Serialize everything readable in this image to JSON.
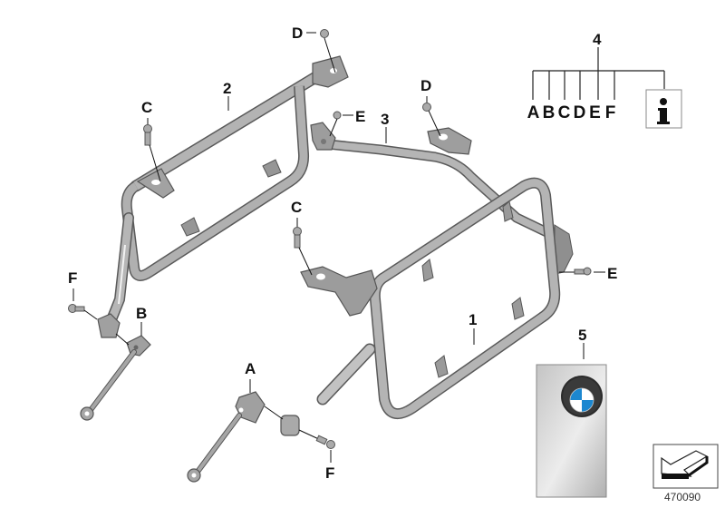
{
  "diagram": {
    "id_number": "470090",
    "brand": "BMW",
    "logo_letters": [
      "B",
      "M",
      "W"
    ],
    "colors": {
      "frame_metal": "#a9a9a9",
      "frame_outline": "#555555",
      "logo_blue": "#1c87d0",
      "background": "#ffffff"
    }
  },
  "parts": [
    {
      "ref": "1",
      "name": "pannier-frame-right"
    },
    {
      "ref": "2",
      "name": "pannier-frame-left"
    },
    {
      "ref": "3",
      "name": "cross-brace"
    },
    {
      "ref": "4",
      "name": "mounting-kit"
    },
    {
      "ref": "5",
      "name": "installation-instructions"
    }
  ],
  "labels": {
    "part1": "1",
    "part2": "2",
    "part3": "3",
    "part4": "4",
    "part5": "5",
    "d_top": "D",
    "d_right": "D",
    "c_left": "C",
    "c_center": "C",
    "e_top": "E",
    "e_right": "E",
    "f_left": "F",
    "f_bottom": "F",
    "b_left": "B",
    "a_bottom": "A"
  },
  "legend": {
    "group_ref": "4",
    "letters": [
      "A",
      "B",
      "C",
      "D",
      "E",
      "F"
    ],
    "info_icon": "i"
  }
}
